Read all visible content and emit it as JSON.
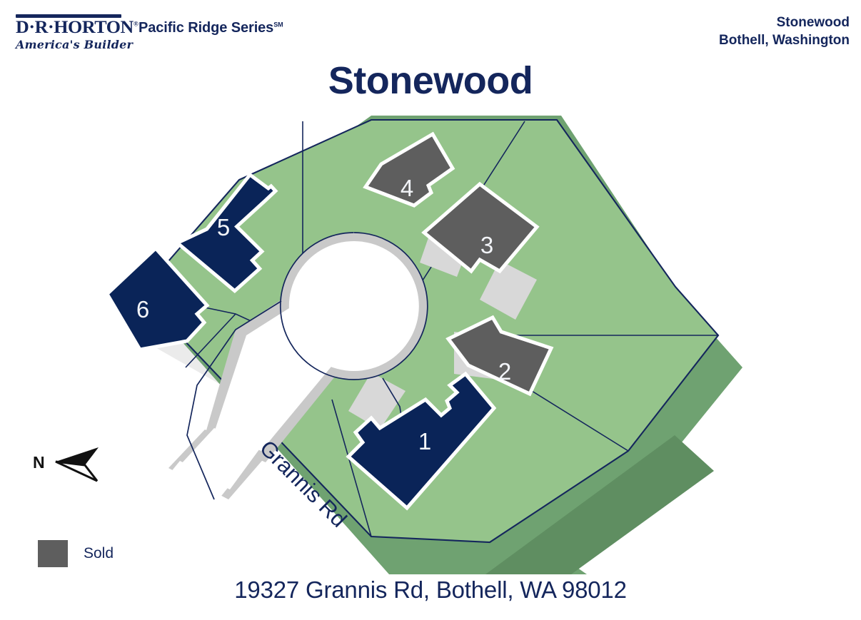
{
  "header": {
    "logo": {
      "name": "D·R·HORTON",
      "registered_mark": "®",
      "tagline": "America's Builder"
    },
    "series_label": "Pacific Ridge Series",
    "series_mark": "SM",
    "location_line1": "Stonewood",
    "location_line2": "Bothell, Washington"
  },
  "title": "Stonewood",
  "footer_address": "19327 Grannis Rd, Bothell, WA 98012",
  "compass": {
    "label": "N"
  },
  "legend": {
    "items": [
      {
        "label": "Sold",
        "color": "#5e5e5e"
      }
    ]
  },
  "map": {
    "street_label": "Grannis Rd",
    "lots": [
      {
        "number": "1",
        "status": "available"
      },
      {
        "number": "2",
        "status": "sold"
      },
      {
        "number": "3",
        "status": "sold"
      },
      {
        "number": "4",
        "status": "sold"
      },
      {
        "number": "5",
        "status": "available"
      },
      {
        "number": "6",
        "status": "available"
      }
    ]
  },
  "colors": {
    "navy": "#14265c",
    "house_available": "#0a2458",
    "house_sold": "#5e5e5e",
    "lot_green": "#95c48b",
    "buffer_green": "#6fa271",
    "dark_green": "#5f8e61",
    "road_light": "#ebebeb",
    "road_gray": "#c9c9c9",
    "driveway": "#d8d8d8",
    "pavement_white": "#ffffff"
  }
}
